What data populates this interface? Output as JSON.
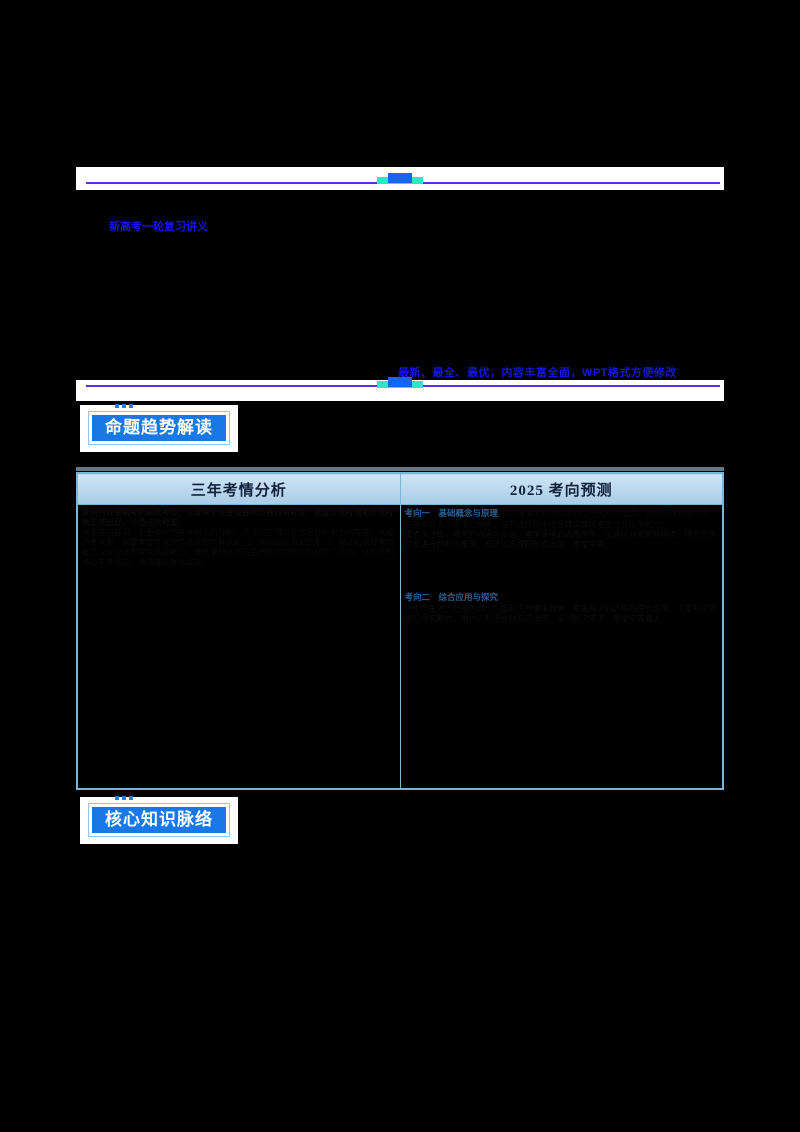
{
  "page": {
    "background_color": "#000000",
    "paper_color": "#ffffff",
    "accent_blue": "#1878e8",
    "rule_purple": "#5b2be0",
    "marker_teal": "#2ee6c5",
    "heading_blue": "#1414e6",
    "table_border": "#79b7d6",
    "table_header_blue": "#b9d7ef"
  },
  "doc_subtitle": "新高考一轮复习讲义",
  "masthead": {
    "text": "最新、最全、最优，内容丰富全面，WPT格式方便修改"
  },
  "badges": {
    "trend": "命题趋势解读",
    "core": "核心知识脉络"
  },
  "table": {
    "columns": [
      "三年考情分析",
      "2025 考向预测"
    ],
    "rows": [
      {
        "analysis": {
          "lead": "本讲内容是高考的高频考点，三年来全国卷及各地方卷均有考查，题型以选择题和非选择题形式出现，分值占比稳定。",
          "body": "从考查内容看，主要集中于基本概念的理解、原理的应用以及综合分析能力的考查；从能力要求看，侧重考查考生的信息获取与解读能力、调动和运用知识能力、描述和阐释事物能力以及论证和探究问题能力。命题素材多取自生产生活实际与科技前沿热点，体现学科核心素养导向，强调理论联系实际。"
        },
        "prediction": {
          "lead": "2025年高考仍将以本讲主干知识为重点，预计在选择题中考查基本概念与原理的辨析，在非选择题中结合真实情境考查综合运用能力。",
          "sections": [
            {
              "heading": "考向一　基础概念与原理",
              "body": "重点关注核心概念的内涵与外延、基本原理的适用条件，注意区分易混易错点，结合图表信息进行判断与推理，预计以选择题形式出现，难度中等。"
            },
            {
              "heading": "考向二　综合应用与探究",
              "body": "以生产生活、社会热点、科技前沿为情境载体，考查知识的迁移与综合运用，注重科学思维与探究能力，预计以非选择题形式出现，设问层次递进，难度中等偏上。"
            }
          ]
        }
      }
    ]
  }
}
